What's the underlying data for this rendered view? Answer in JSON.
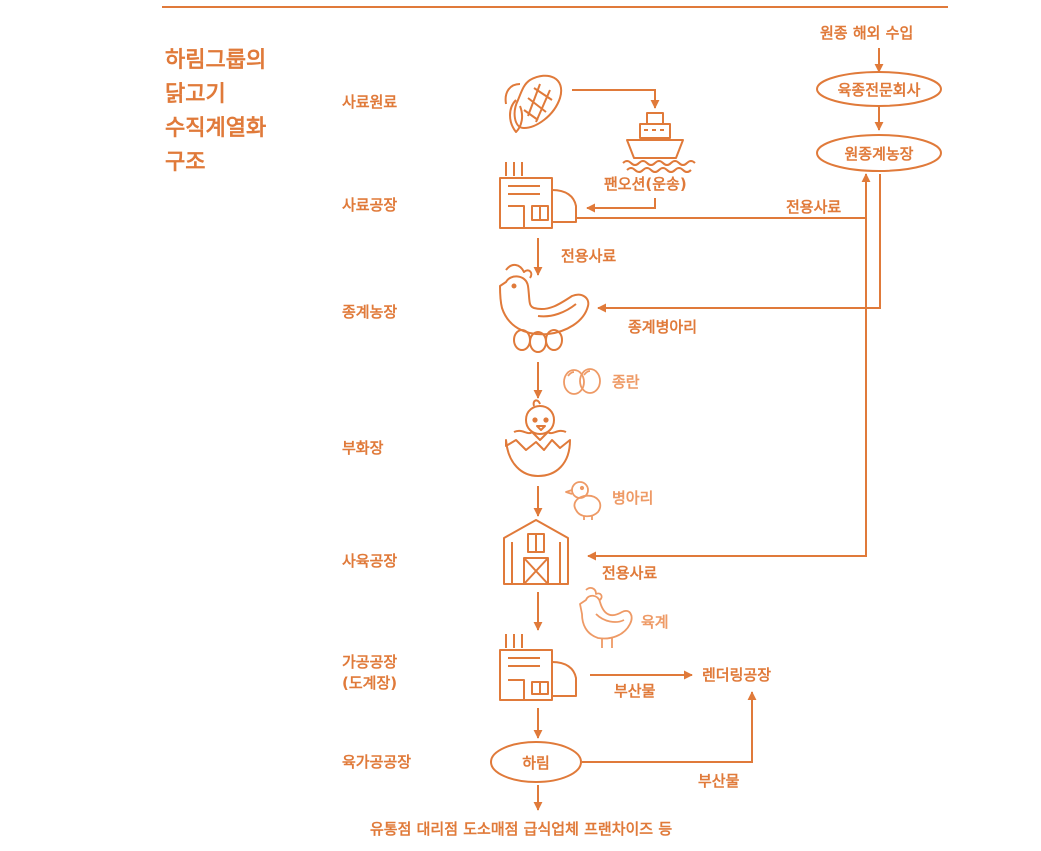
{
  "title": [
    "하림그룹의",
    "닭고기",
    "수직계열화",
    "구조"
  ],
  "stages": {
    "feed_raw": "사료원료",
    "feed_factory": "사료공장",
    "breeder_farm": "종계농장",
    "hatchery": "부화장",
    "broiler_farm": "사육공장",
    "processing_line1": "가공공장",
    "processing_line2": "(도계장)",
    "meat_processing": "육가공공장"
  },
  "flow_labels": {
    "shipping": "팬오션(운송)",
    "special_feed_1": "전용사료",
    "special_feed_2": "전용사료",
    "special_feed_3": "전용사료",
    "breeder_chicks": "종계병아리",
    "hatching_eggs": "종란",
    "chicks": "병아리",
    "broilers": "육계",
    "byproduct_1": "부산물",
    "byproduct_2": "부산물",
    "rendering_plant": "렌더링공장"
  },
  "right_column": {
    "import": "원종 해외 수입",
    "breeding_company": "육종전문회사",
    "grandparent_farm": "원종계농장"
  },
  "harim": "하림",
  "outlets": "유통점 대리점 도소매점 급식업체 프랜차이즈 등",
  "colors": {
    "accent": "#e07a3a",
    "accent_light": "#ee9a66"
  },
  "icons": [
    "corn-icon",
    "ship-icon",
    "factory-icon",
    "hen-icon",
    "eggs-icon",
    "hatching-chick-icon",
    "chick-icon",
    "barn-icon",
    "chicken-icon"
  ]
}
